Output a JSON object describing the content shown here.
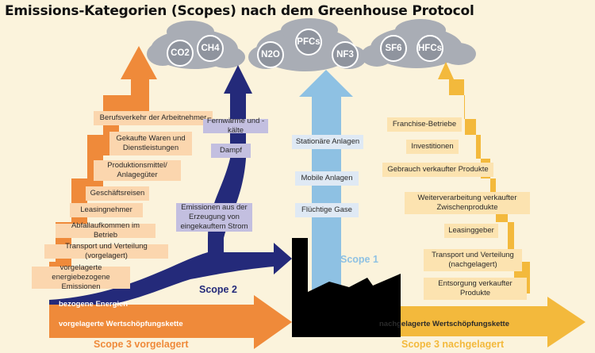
{
  "title": "Emissions-Kategorien (Scopes) nach dem Greenhouse Protocol",
  "gases": [
    "CO2",
    "CH4",
    "N2O",
    "PFCs",
    "NF3",
    "SF6",
    "HFCs"
  ],
  "scope3_upstream": {
    "items": [
      "Berufsverkehr der Arbeitnehmer",
      "Gekaufte Waren und Dienstleistungen",
      "Produktionsmittel/ Anlagegüter",
      "Geschäftsreisen",
      "Leasingnehmer",
      "Abfallaufkommen im Betrieb",
      "Transport und Verteilung (vorgelagert)",
      "vorgelagerte energiebezogene Emissionen"
    ],
    "bar_label": "vorgelagerte Wertschöpfungskette",
    "scope_label": "Scope 3 vorgelagert"
  },
  "scope2": {
    "items": [
      "Fernwärme und -kälte",
      "Dampf",
      "Emissionen aus der Erzeugung von eingekauftem Strom"
    ],
    "bar_label": "bezogene Energien",
    "scope_label": "Scope 2"
  },
  "scope1": {
    "items": [
      "Stationäre Anlagen",
      "Mobile Anlagen",
      "Flüchtige Gase"
    ],
    "scope_label": "Scope 1"
  },
  "scope3_downstream": {
    "items": [
      "Franchise-Betriebe",
      "Investitionen",
      "Gebrauch verkaufter Produkte",
      "Weiterverarbeitung verkaufter Zwischenprodukte",
      "Leasinggeber",
      "Transport und Verteilung (nachgelagert)",
      "Entsorgung verkaufter Produkte"
    ],
    "bar_label": "nachgelagerte Wertschöpfungskette",
    "scope_label": "Scope 3 nachgelagert"
  },
  "colors": {
    "orange": "#ef8a3a",
    "navy": "#242a7a",
    "lightblue": "#8ec1e3",
    "yellow": "#f3b93c",
    "factory": "#000000",
    "cloud": "#a9adb5"
  }
}
